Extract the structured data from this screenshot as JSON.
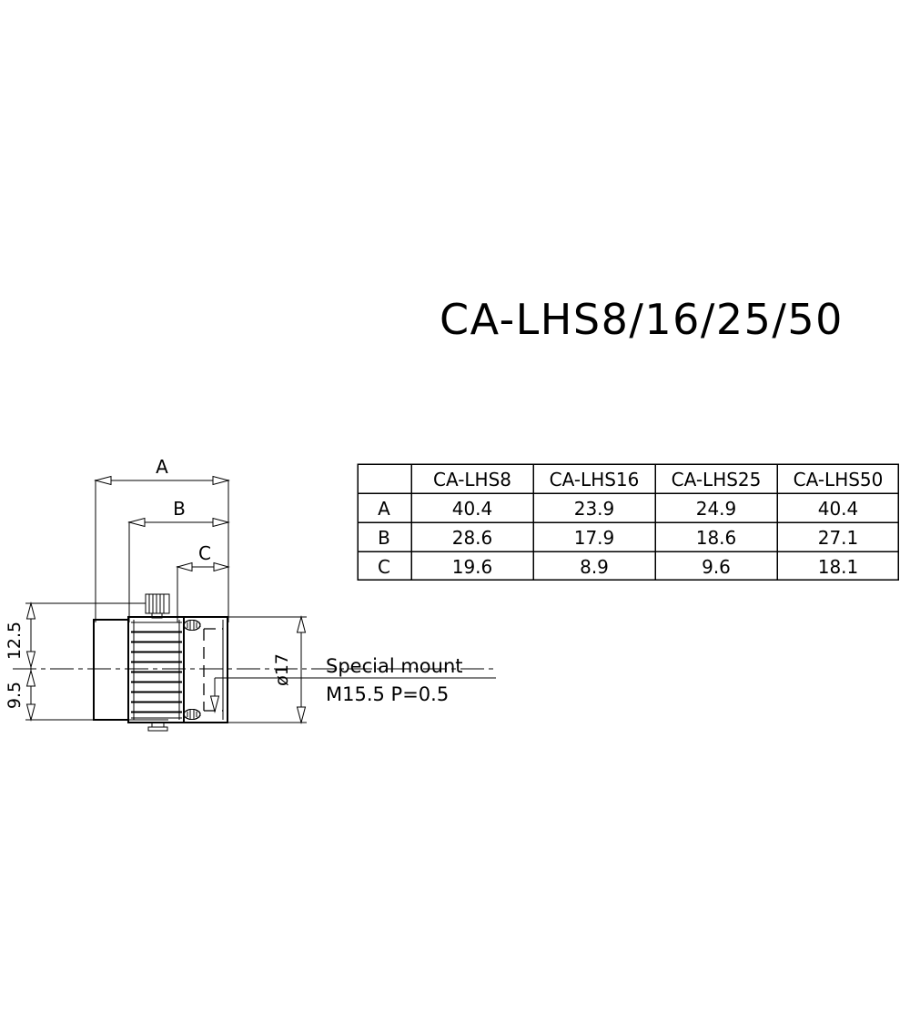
{
  "title": {
    "text": "CA-LHS8/16/25/50"
  },
  "table": {
    "corner_label": "",
    "columns": [
      "CA-LHS8",
      "CA-LHS16",
      "CA-LHS25",
      "CA-LHS50"
    ],
    "rows": [
      {
        "label": "A",
        "values": [
          "40.4",
          "23.9",
          "24.9",
          "40.4"
        ]
      },
      {
        "label": "B",
        "values": [
          "28.6",
          "17.9",
          "18.6",
          "27.1"
        ]
      },
      {
        "label": "C",
        "values": [
          "19.6",
          "8.9",
          "9.6",
          "18.1"
        ]
      }
    ]
  },
  "drawing": {
    "dimensions": {
      "a_label": "A",
      "b_label": "B",
      "c_label": "C",
      "height_upper": "12.5",
      "height_lower": "9.5",
      "diameter": "ø17"
    },
    "annotations": {
      "mount_line1": "Special  mount",
      "mount_line2": "M15.5   P=0.5"
    }
  },
  "colors": {
    "line": "#000000",
    "background": "#ffffff"
  }
}
